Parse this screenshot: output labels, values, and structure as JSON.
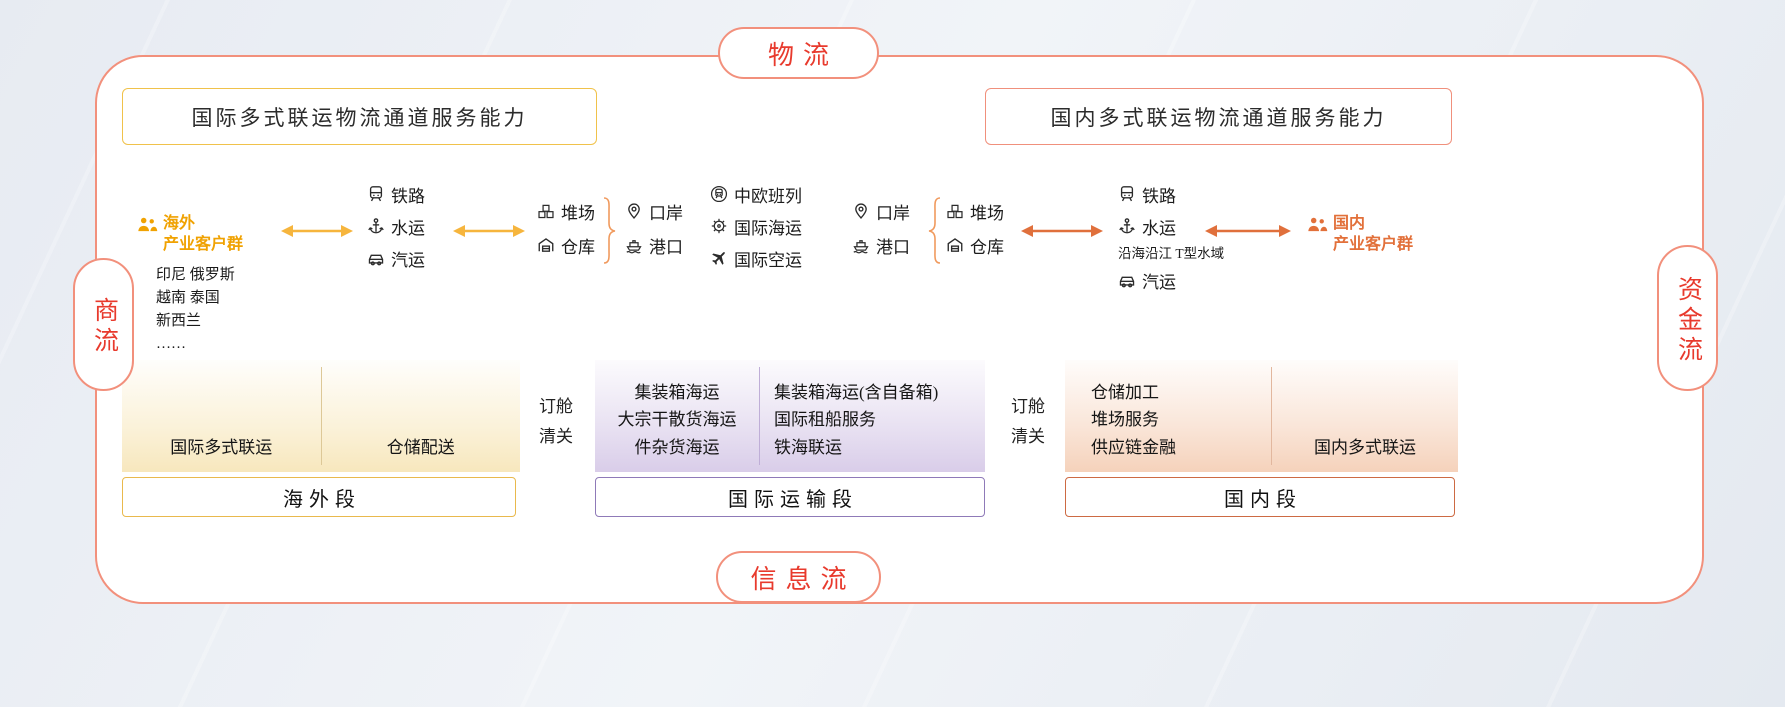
{
  "colors": {
    "accent_red": "#e83a2d",
    "pill_border": "#f2907c",
    "gold": "#f0a202",
    "yellow_border": "#f0c24b",
    "orange": "#e2703a",
    "purple_border": "#8f7ab8",
    "domestic_border": "#cd6a43",
    "arrow_yellow": "#f6b53d",
    "arrow_orange": "#e0703c"
  },
  "flows": {
    "top": "物流",
    "left": "商流",
    "right": "资金流",
    "bottom": "信息流"
  },
  "capabilities": {
    "international": "国际多式联运物流通道服务能力",
    "domestic": "国内多式联运物流通道服务能力"
  },
  "corridor": {
    "overseas_customers": {
      "label": "海外\n产业客户群",
      "countries": "印尼 俄罗斯\n越南 泰国\n新西兰\n……"
    },
    "left_modes": [
      {
        "icon": "train-icon",
        "label": "铁路"
      },
      {
        "icon": "anchor-icon",
        "label": "水运"
      },
      {
        "icon": "truck-icon",
        "label": "汽运"
      }
    ],
    "left_nodes": [
      {
        "icon": "yard-icon",
        "label": "堆场"
      },
      {
        "icon": "warehouse-icon",
        "label": "仓库"
      }
    ],
    "left_ports": [
      {
        "icon": "location-icon",
        "label": "口岸"
      },
      {
        "icon": "ship-icon",
        "label": "港口"
      }
    ],
    "international_modes": [
      {
        "icon": "railway-emblem-icon",
        "label": "中欧班列"
      },
      {
        "icon": "helm-icon",
        "label": "国际海运"
      },
      {
        "icon": "plane-icon",
        "label": "国际空运"
      }
    ],
    "right_ports": [
      {
        "icon": "location-icon",
        "label": "口岸"
      },
      {
        "icon": "ship-icon",
        "label": "港口"
      }
    ],
    "right_nodes": [
      {
        "icon": "yard-icon",
        "label": "堆场"
      },
      {
        "icon": "warehouse-icon",
        "label": "仓库"
      }
    ],
    "right_modes": [
      {
        "icon": "train-icon",
        "label": "铁路"
      },
      {
        "icon": "anchor-icon",
        "label": "水运",
        "note": "沿海沿江 T型水域"
      },
      {
        "icon": "truck-icon",
        "label": "汽运"
      }
    ],
    "domestic_customers": {
      "label": "国内\n产业客户群"
    }
  },
  "segments": {
    "customs_left": "订舱\n清关",
    "customs_right": "订舱\n清关",
    "overseas": {
      "items": [
        "国际多式联运",
        "仓储配送"
      ],
      "label": "海外段"
    },
    "international": {
      "left_items": [
        "集装箱海运",
        "大宗干散货海运",
        "件杂货海运"
      ],
      "right_items": [
        "集装箱海运(含自备箱)",
        "国际租船服务",
        "铁海联运"
      ],
      "label": "国际运输段"
    },
    "domestic": {
      "left_items": [
        "仓储加工",
        "堆场服务",
        "供应链金融"
      ],
      "right_items": [
        "国内多式联运"
      ],
      "label": "国内段"
    }
  }
}
